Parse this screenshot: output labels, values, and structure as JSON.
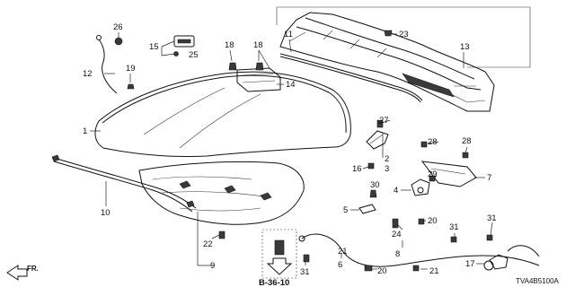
{
  "diagram_code": "TVA4B5100A",
  "reference": "B-36-10",
  "front_label": "FR.",
  "callouts": {
    "c1": "1",
    "c2": "2",
    "c3": "3",
    "c4": "4",
    "c5": "5",
    "c6": "6",
    "c7": "7",
    "c8": "8",
    "c9": "9",
    "c10": "10",
    "c11": "11",
    "c12": "12",
    "c13": "13",
    "c14": "14",
    "c15": "15",
    "c16": "16",
    "c17": "17",
    "c18a": "18",
    "c18b": "18",
    "c19": "19",
    "c20a": "20",
    "c20b": "20",
    "c21a": "21",
    "c21b": "21",
    "c22": "22",
    "c23": "23",
    "c24": "24",
    "c25": "25",
    "c26": "26",
    "c27": "27",
    "c28a": "28",
    "c28b": "28",
    "c29": "29",
    "c30": "30",
    "c31a": "31",
    "c31b": "31",
    "c31c": "31"
  }
}
